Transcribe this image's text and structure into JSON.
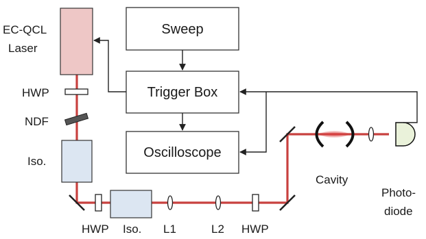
{
  "labels": {
    "laser_line1": "EC-QCL",
    "laser_line2": "Laser",
    "hwp_top": "HWP",
    "ndf": "NDF",
    "iso_left": "Iso.",
    "hwp_bottom_left": "HWP",
    "iso_bottom": "Iso.",
    "l1": "L1",
    "l2": "L2",
    "hwp_bottom_right": "HWP",
    "cavity": "Cavity",
    "photodiode_line1": "Photo-",
    "photodiode_line2": "diode"
  },
  "boxes": {
    "sweep": "Sweep",
    "trigger": "Trigger Box",
    "oscilloscope": "Oscilloscope"
  },
  "colors": {
    "beam": "#c8413f",
    "laser_fill": "#eec7c6",
    "isolator_fill": "#dce6f2",
    "photodiode_fill": "#eaf2da",
    "outline": "#333333"
  }
}
